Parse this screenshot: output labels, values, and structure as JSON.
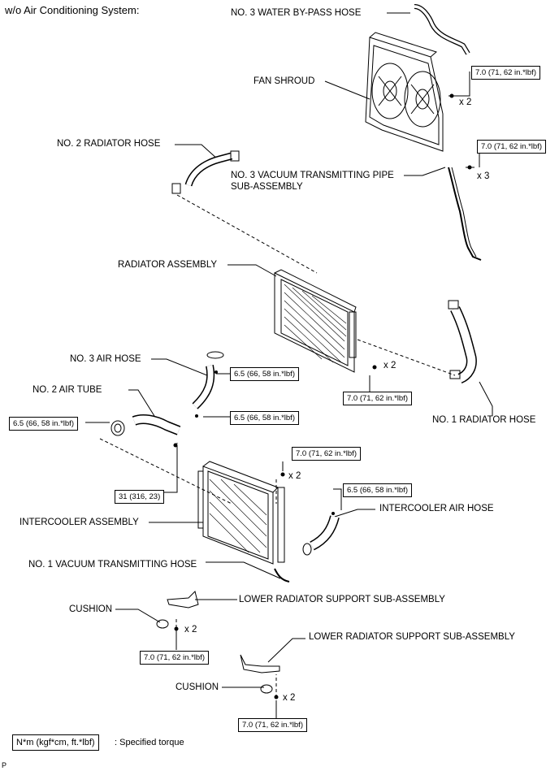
{
  "header": "w/o Air Conditioning System:",
  "footer_code": "P",
  "labels": {
    "water_bypass": "NO. 3 WATER BY-PASS HOSE",
    "fan_shroud": "FAN SHROUD",
    "radiator_hose2": "NO. 2 RADIATOR HOSE",
    "vacuum_pipe_1": "NO. 3 VACUUM TRANSMITTING PIPE",
    "vacuum_pipe_2": "SUB-ASSEMBLY",
    "radiator_assembly": "RADIATOR ASSEMBLY",
    "air_hose3": "NO. 3 AIR HOSE",
    "air_tube2": "NO. 2 AIR TUBE",
    "radiator_hose1": "NO. 1 RADIATOR HOSE",
    "intercooler_air_hose": "INTERCOOLER AIR HOSE",
    "intercooler_assembly": "INTERCOOLER ASSEMBLY",
    "vacuum_hose1": "NO. 1 VACUUM TRANSMITTING HOSE",
    "lower_support_a": "LOWER RADIATOR SUPPORT SUB-ASSEMBLY",
    "cushion_a": "CUSHION",
    "lower_support_b": "LOWER RADIATOR SUPPORT SUB-ASSEMBLY",
    "cushion_b": "CUSHION"
  },
  "torques": {
    "fan_shroud": "7.0 (71, 62 in.*lbf)",
    "vacuum_pipe": "7.0 (71, 62 in.*lbf)",
    "air_hose_top": "6.5 (66, 58 in.*lbf)",
    "air_hose_bottom": "6.5 (66, 58 in.*lbf)",
    "radiator": "7.0 (71, 62 in.*lbf)",
    "air_tube_left": "6.5 (66, 58 in.*lbf)",
    "air_tube_bolt": "31 (316, 23)",
    "intercooler": "7.0 (71, 62 in.*lbf)",
    "intercooler_hose": "6.5 (66, 58 in.*lbf)",
    "lower_support_a": "7.0 (71, 62 in.*lbf)",
    "lower_support_b": "7.0 (71, 62 in.*lbf)"
  },
  "quantities": {
    "fan_shroud": "x 2",
    "vacuum_pipe": "x 3",
    "radiator": "x 2",
    "intercooler": "x 2",
    "lower_support_a": "x 2",
    "lower_support_b": "x 2"
  },
  "legend": {
    "unit": "N*m (kgf*cm, ft.*lbf)",
    "meaning": ": Specified torque"
  }
}
